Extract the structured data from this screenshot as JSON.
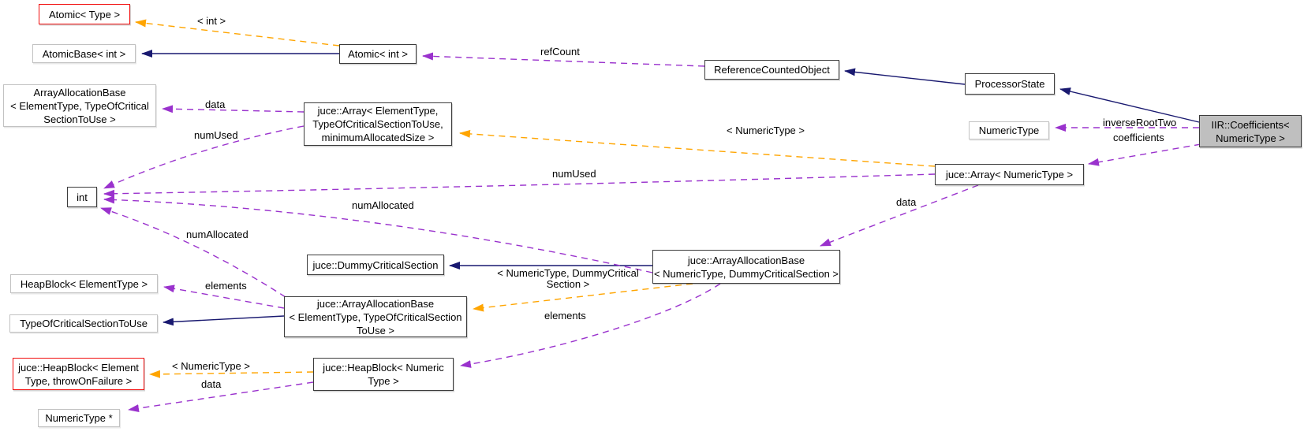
{
  "diagram": {
    "kind": "collaboration-graph",
    "focus_node": "IIR::Coefficients<\nNumericType >",
    "colors": {
      "inheritance_edge": "#191970",
      "usage_edge": "#9a32cd",
      "template_edge": "#ffa500",
      "documented_border": "#3c3c3c",
      "undocumented_border": "#c2c2c2",
      "truncated_border": "#f20d0d",
      "focus_fill": "#bfbfbf",
      "node_fill": "#ffffff"
    },
    "nodes": {
      "atomic_type": {
        "label": "Atomic< Type >"
      },
      "atomicbase_int": {
        "label": "AtomicBase< int >"
      },
      "arrayallocationbase_generic_gray": {
        "label": "ArrayAllocationBase\n< ElementType, TypeOfCritical\nSectionToUse >"
      },
      "atomic_int": {
        "label": "Atomic< int >"
      },
      "juce_array_generic": {
        "label": "juce::Array< ElementType,\nTypeOfCriticalSectionToUse,\nminimumAllocatedSize >"
      },
      "reference_counted_object": {
        "label": "ReferenceCountedObject"
      },
      "processor_state": {
        "label": "ProcessorState"
      },
      "numeric_type": {
        "label": "NumericType"
      },
      "juce_array_numeric": {
        "label": "juce::Array< NumericType >"
      },
      "iir_coefficients": {
        "label": "IIR::Coefficients<\nNumericType >"
      },
      "int_type": {
        "label": "int"
      },
      "juce_dummy_critical_section": {
        "label": "juce::DummyCriticalSection"
      },
      "juce_arrayallocationbase_numeric": {
        "label": "juce::ArrayAllocationBase\n< NumericType, DummyCriticalSection >"
      },
      "juce_arrayallocationbase_generic": {
        "label": "juce::ArrayAllocationBase\n< ElementType, TypeOfCriticalSection\nToUse >"
      },
      "heapblock_elementtype": {
        "label": "HeapBlock< ElementType >"
      },
      "type_of_critical_section_to_use": {
        "label": "TypeOfCriticalSectionToUse"
      },
      "juce_heapblock_generic": {
        "label": "juce::HeapBlock< Element\nType, throwOnFailure >"
      },
      "juce_heapblock_numeric": {
        "label": "juce::HeapBlock< Numeric\nType >"
      },
      "numeric_type_ptr": {
        "label": "NumericType *"
      }
    },
    "edge_labels": {
      "int_instance": "< int >",
      "refcount": "refCount",
      "data_generic": "data",
      "numused_generic": "numUsed",
      "numerictype_instance_array": "< NumericType >",
      "numused_numeric": "numUsed",
      "numallocated_numeric": "numAllocated",
      "data_numeric": "data",
      "numallocated_generic": "numAllocated",
      "arrayallocationbase_instance": "< NumericType, DummyCritical\nSection >",
      "elements_numeric": "elements",
      "elements_generic": "elements",
      "numerictype_instance_heapblock": "< NumericType >",
      "data_heapblock": "data",
      "inverse_root_two": "inverseRootTwo",
      "coefficients": "coefficients"
    }
  }
}
